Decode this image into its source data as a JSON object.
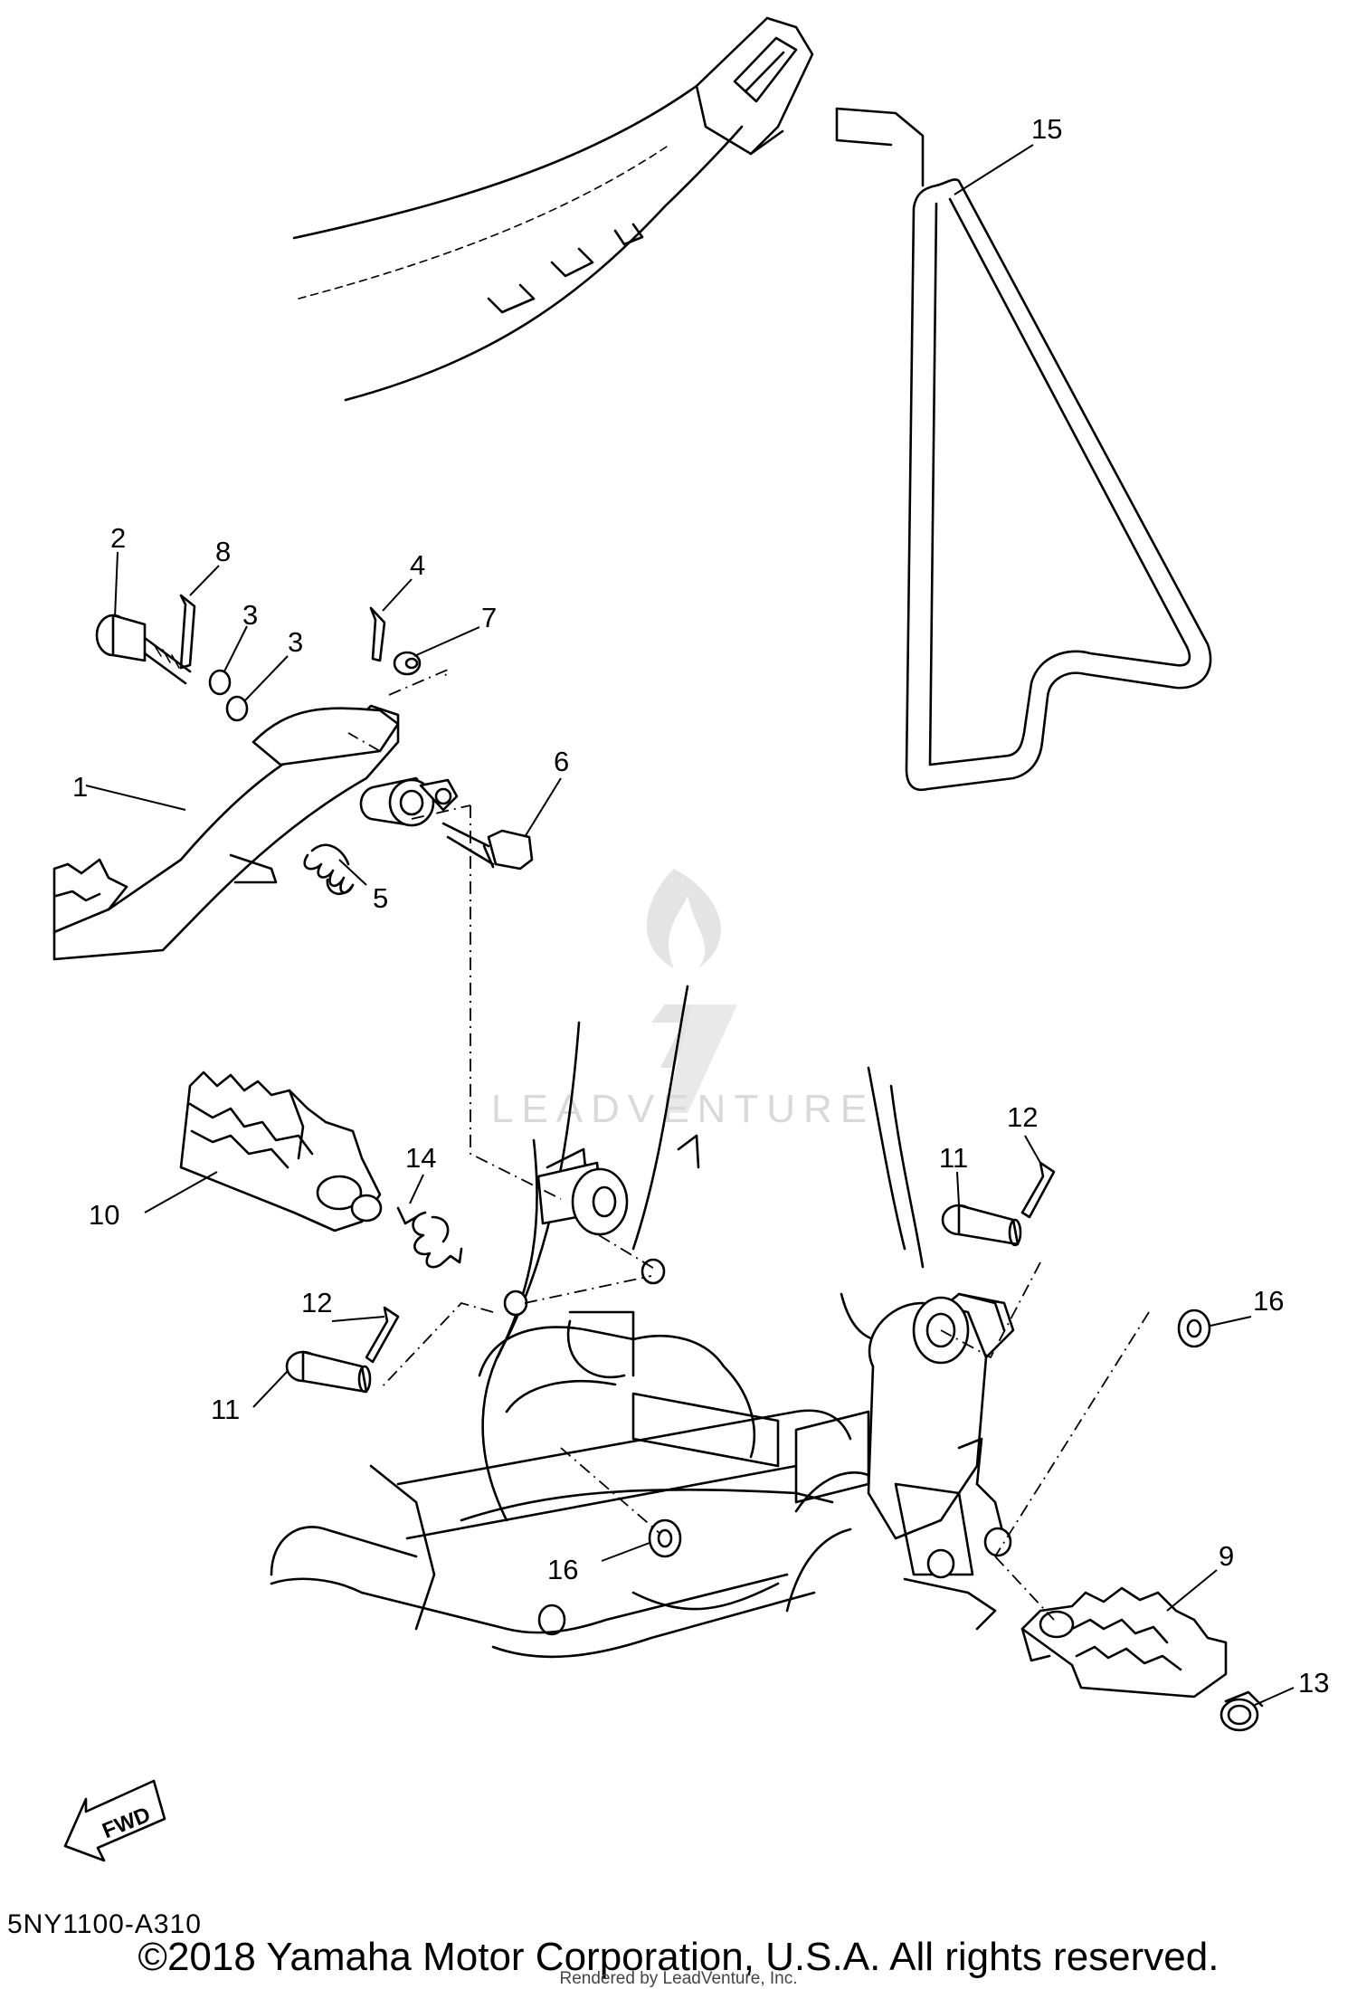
{
  "diagram": {
    "callouts": {
      "c1": "1",
      "c2": "2",
      "c3a": "3",
      "c3b": "3",
      "c4": "4",
      "c5": "5",
      "c6": "6",
      "c7": "7",
      "c8": "8",
      "c9": "9",
      "c10": "10",
      "c11a": "11",
      "c11b": "11",
      "c12a": "12",
      "c12b": "12",
      "c13": "13",
      "c14": "14",
      "c15": "15",
      "c16a": "16",
      "c16b": "16"
    },
    "fwd_label": "FWD",
    "watermark_text": "LEADVENTURE",
    "diagram_code": "5NY1100-A310",
    "copyright": "©2018 Yamaha Motor Corporation, U.S.A. All rights reserved.",
    "rendered_by": "Rendered by LeadVenture, Inc."
  }
}
